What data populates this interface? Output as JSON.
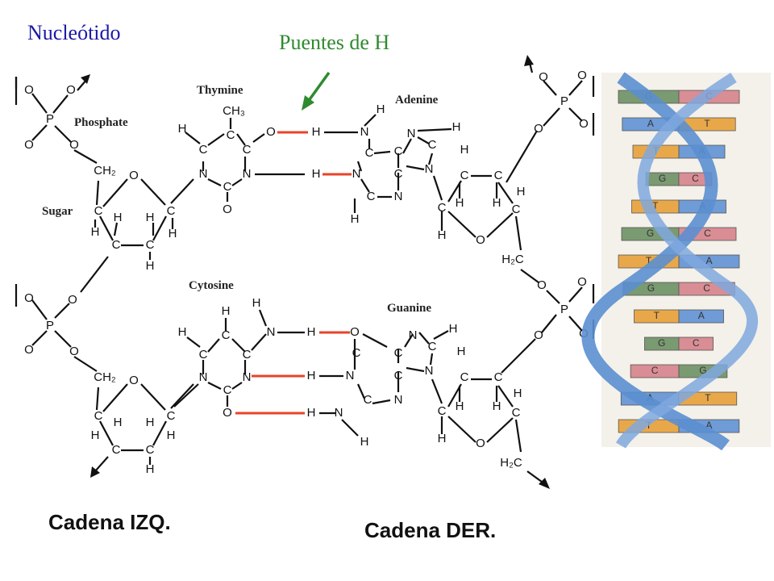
{
  "title": "Nucleótido",
  "hbond_label": "Puentes de H",
  "left_chain_label": "Cadena IZQ.",
  "right_chain_label": "Cadena DER.",
  "molecule_names": {
    "thymine": "Thymine",
    "adenine": "Adenine",
    "cytosine": "Cytosine",
    "guanine": "Guanine",
    "phosphate": "Phosphate",
    "sugar": "Sugar"
  },
  "atoms": {
    "P": "P",
    "O": "O",
    "N": "N",
    "H": "H",
    "C": "C",
    "CH2": "CH₂",
    "CH3": "CH₃",
    "H2C": "H₂C"
  },
  "helix_pairs": [
    {
      "left": "G",
      "right": "C"
    },
    {
      "left": "A",
      "right": "T"
    },
    {
      "left": "T",
      "right": "A"
    },
    {
      "left": "G",
      "right": "C"
    },
    {
      "left": "T",
      "right": "A"
    },
    {
      "left": "G",
      "right": "C"
    },
    {
      "left": "T",
      "right": "A"
    },
    {
      "left": "G",
      "right": "C"
    },
    {
      "left": "T",
      "right": "A"
    },
    {
      "left": "G",
      "right": "C"
    },
    {
      "left": "C",
      "right": "G"
    },
    {
      "left": "A",
      "right": "T"
    },
    {
      "left": "T",
      "right": "A"
    }
  ],
  "colors": {
    "title": "#1a1aa6",
    "hbond_label": "#2f8a2f",
    "hbond_line": "#e8432a",
    "helix_blue": "#5b8fd0",
    "G": "#7a9a72",
    "C": "#d98d94",
    "A": "#6f9bd6",
    "T": "#e8a84a"
  }
}
